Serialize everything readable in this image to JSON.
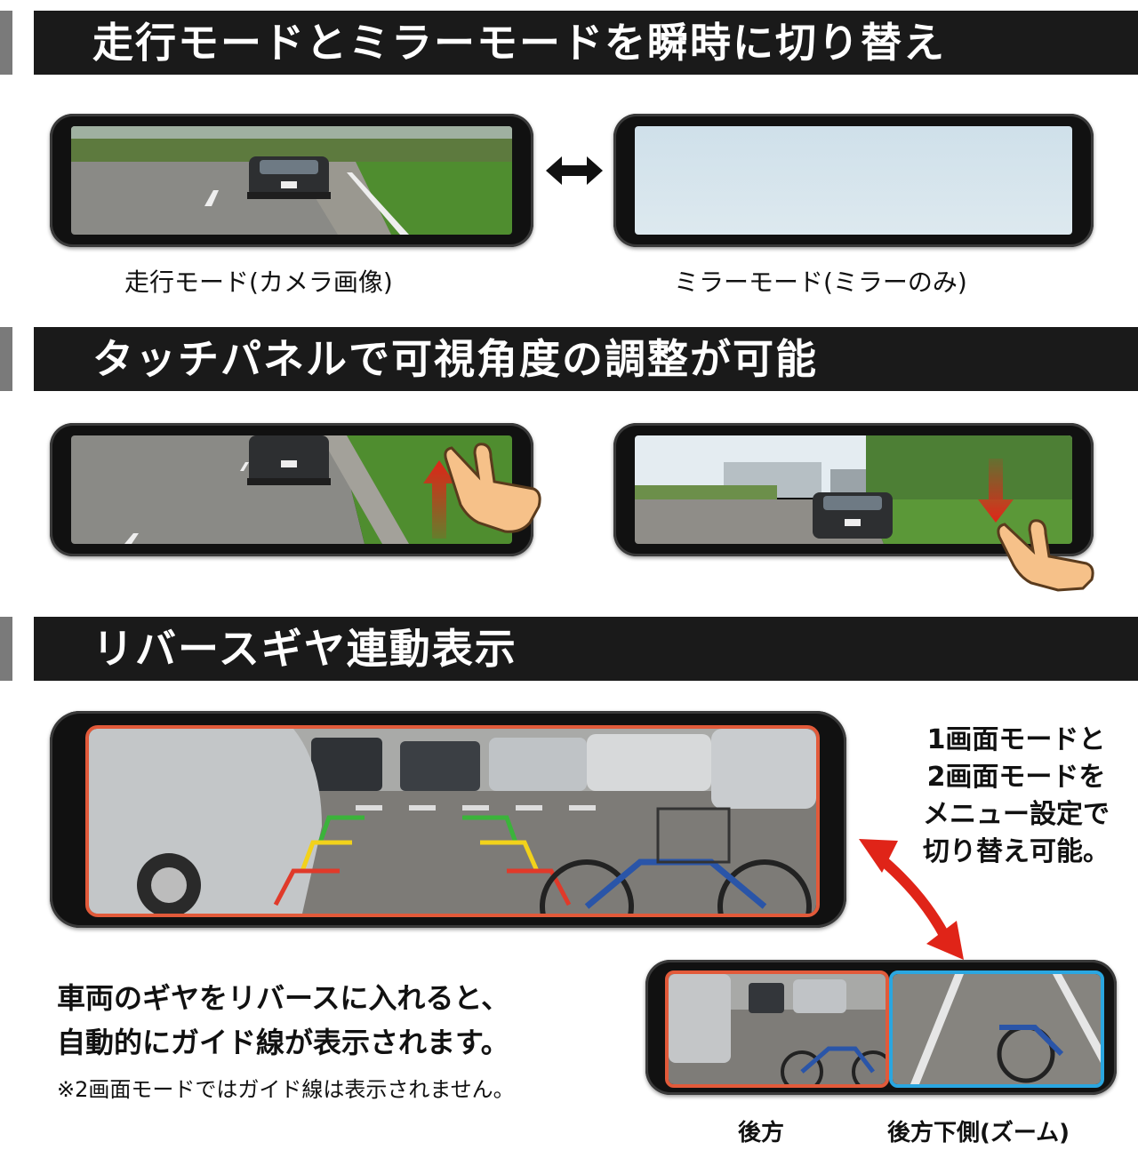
{
  "section1": {
    "title": "走行モードとミラーモードを瞬時に切り替え",
    "left_caption": "走行モード(カメラ画像)",
    "right_caption": "ミラーモード(ミラーのみ)",
    "arrow_icon": "double-arrow-icon"
  },
  "section2": {
    "title": "タッチパネルで可視角度の調整が可能",
    "left_icon": "swipe-up-hand-icon",
    "right_icon": "swipe-down-hand-icon"
  },
  "section3": {
    "title": "リバースギヤ連動表示",
    "side_note": [
      "1画面モードと",
      "2画面モードを",
      "メニュー設定で",
      "切り替え可能。"
    ],
    "body_lines": [
      "車両のギヤをリバースに入れると、",
      "自動的にガイド線が表示されます。"
    ],
    "footnote": "※2画面モードではガイド線は表示されません。",
    "dual_left_caption": "後方",
    "dual_right_caption": "後方下側(ズーム)"
  },
  "colors": {
    "banner_bg": "#1a1a1a",
    "guide_green": "#3bb33b",
    "guide_yellow": "#f2d21b",
    "guide_red": "#e03a2a",
    "frame_red": "#e25a3a",
    "frame_blue": "#2aa6e0",
    "arrow_red": "#e02418"
  }
}
